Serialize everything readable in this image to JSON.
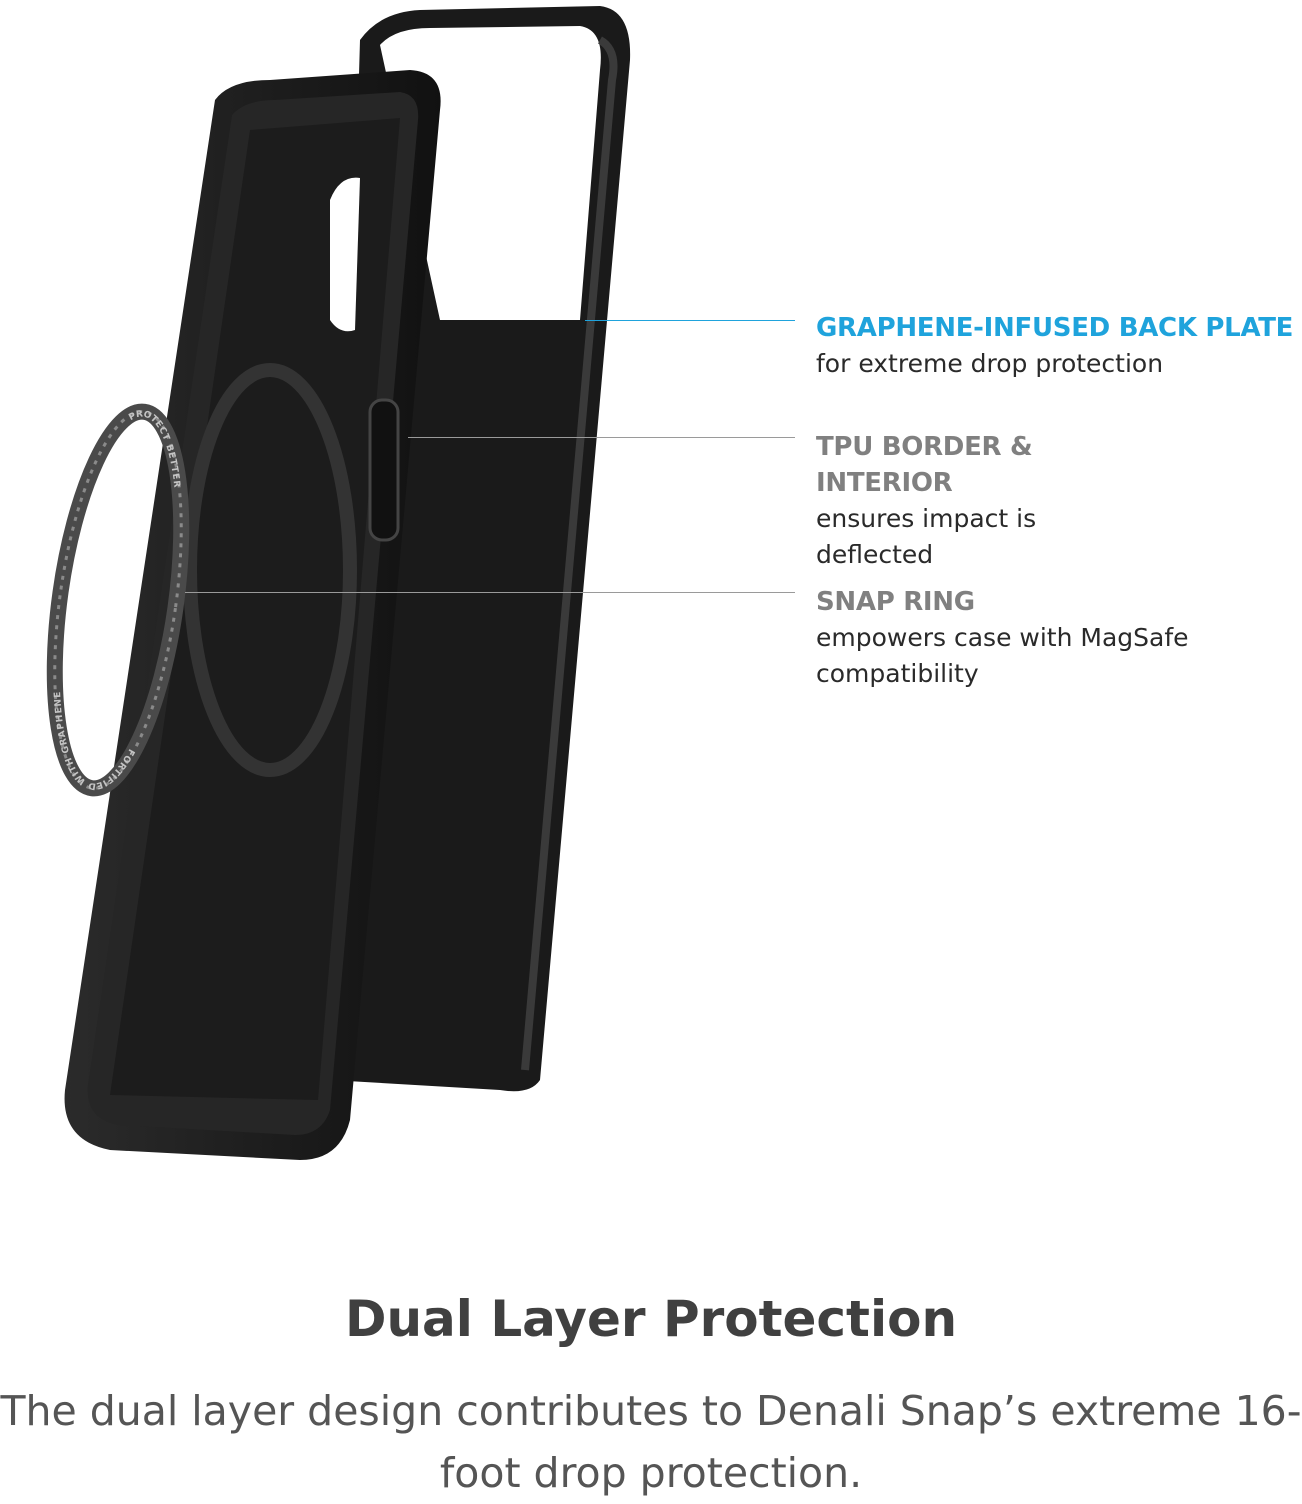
{
  "product_image": {
    "ring_text_top": "PROTECT BETTER",
    "ring_text_bottom": "FORTIFIED WITH GRAPHENE"
  },
  "callouts": [
    {
      "heading": "GRAPHENE-INFUSED BACK PLATE",
      "description": "for extreme drop protection",
      "color": "#1fa3dc"
    },
    {
      "heading": "TPU BORDER & INTERIOR",
      "description": "ensures impact is\ndeflected",
      "color": "#808080"
    },
    {
      "heading": "SNAP RING",
      "description": "empowers case with MagSafe\ncompatibility",
      "color": "#808080"
    }
  ],
  "footer": {
    "title": "Dual Layer Protection",
    "subtitle": "The dual layer design contributes to Denali Snap’s extreme 16-foot drop protection."
  }
}
